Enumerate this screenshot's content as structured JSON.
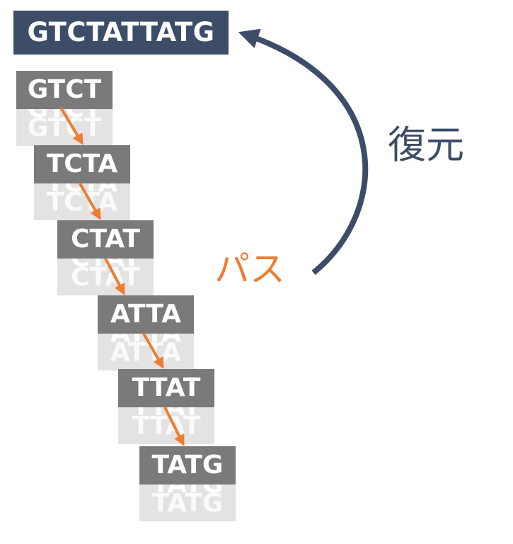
{
  "sequence": "GTCTATTATG",
  "kmers": [
    "GTCT",
    "TCTA",
    "CTAT",
    "ATTA",
    "TTAT",
    "TATG"
  ],
  "labels": {
    "path": "パス",
    "restore": "復元"
  },
  "colors": {
    "sequence_bg": "#3d4d68",
    "kmer_bg": "#7a7a7a",
    "ghost_bg": "#e3e3e3",
    "path_arrow": "#ee7d31",
    "restore_arrow": "#3d4d68"
  }
}
